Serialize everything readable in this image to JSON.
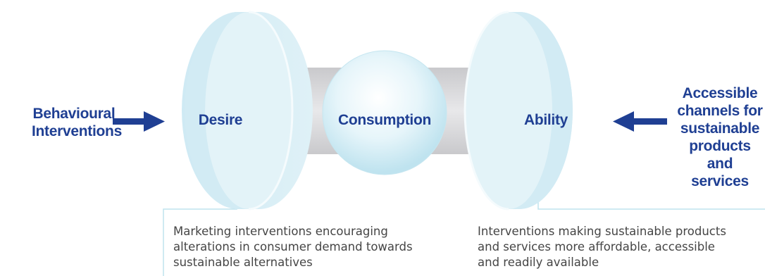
{
  "labels": {
    "left_input": [
      "Behavioural",
      "Interventions"
    ],
    "desire": "Desire",
    "consumption": "Consumption",
    "ability": "Ability",
    "right_input": [
      "Accessible",
      "channels for",
      "sustainable",
      "products and",
      "services"
    ]
  },
  "descriptions": {
    "left": [
      "Marketing interventions encouraging",
      "alterations in consumer demand towards",
      "sustainable alternatives"
    ],
    "right": [
      "Interventions making sustainable products",
      "and services more affordable, accessible",
      "and readily available"
    ]
  },
  "colors": {
    "label_text": "#1f3f93",
    "arrow": "#1f3f93",
    "hemisphere_fill": "#cfeaf4",
    "hemisphere_rim": "#e6f4f9",
    "connector": "#d7d7d9",
    "leader_line": "#bfe3ee",
    "description_text": "#454545"
  }
}
